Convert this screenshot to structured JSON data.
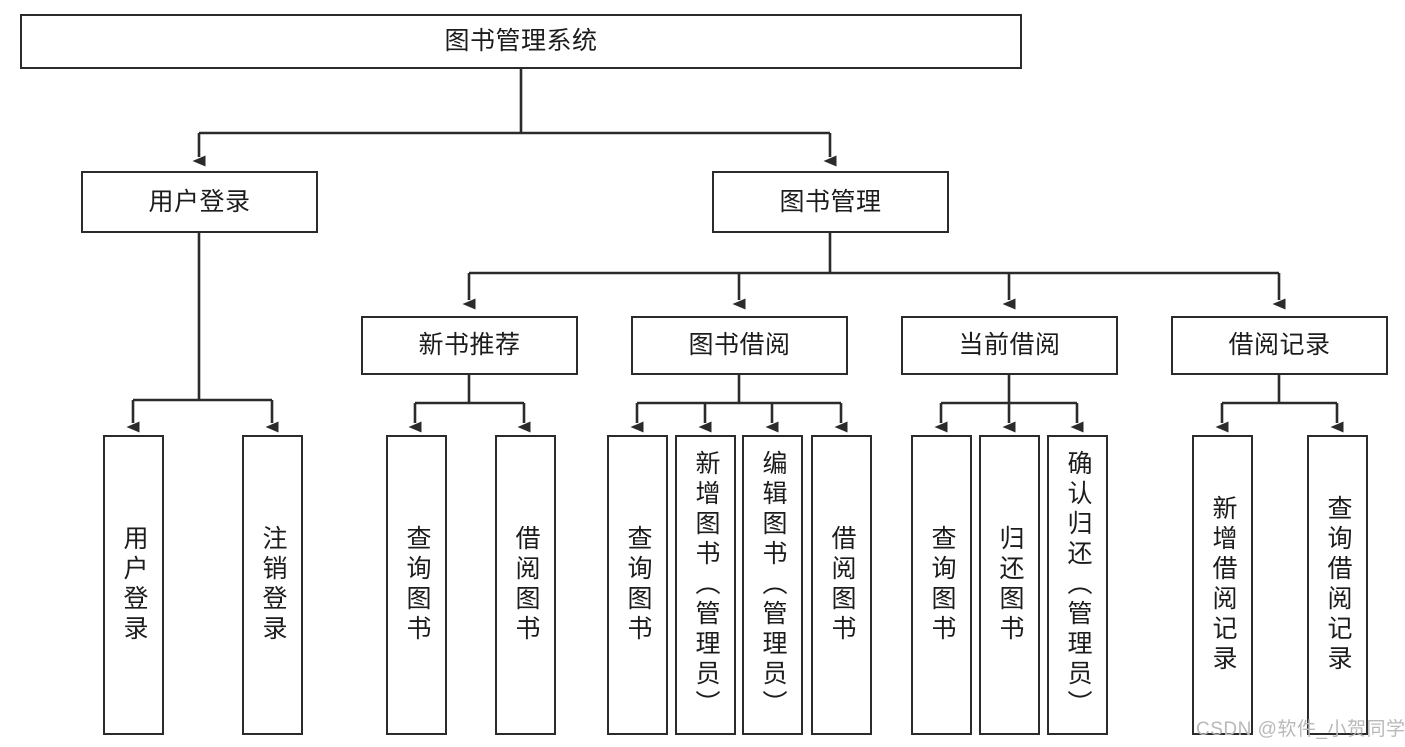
{
  "diagram": {
    "title": "图书管理系统",
    "type": "tree-hierarchy-diagram",
    "colors": {
      "box_border": "#2b2b2b",
      "box_fill": "#ffffff",
      "connector": "#2b2b2b",
      "text": "#1c1c1c",
      "background": "#ffffff",
      "watermark": "#b9b9b9"
    },
    "root": {
      "label": "图书管理系统"
    },
    "level2": [
      {
        "label": "用户登录"
      },
      {
        "label": "图书管理"
      }
    ],
    "level3": [
      {
        "label": "新书推荐"
      },
      {
        "label": "图书借阅"
      },
      {
        "label": "当前借阅"
      },
      {
        "label": "借阅记录"
      }
    ],
    "leaves": {
      "user_login": [
        {
          "label": "用户登录"
        },
        {
          "label": "注销登录"
        }
      ],
      "new_book_recommend": [
        {
          "label": "查询图书"
        },
        {
          "label": "借阅图书"
        }
      ],
      "book_borrow": [
        {
          "label": "查询图书"
        },
        {
          "label": "新增图书（管理员）"
        },
        {
          "label": "编辑图书（管理员）"
        },
        {
          "label": "借阅图书"
        }
      ],
      "current_borrow": [
        {
          "label": "查询图书"
        },
        {
          "label": "归还图书"
        },
        {
          "label": "确认归还（管理员）"
        }
      ],
      "borrow_record": [
        {
          "label": "新增借阅记录"
        },
        {
          "label": "查询借阅记录"
        }
      ]
    }
  },
  "watermark": {
    "text": "CSDN @软件_小贺同学"
  }
}
